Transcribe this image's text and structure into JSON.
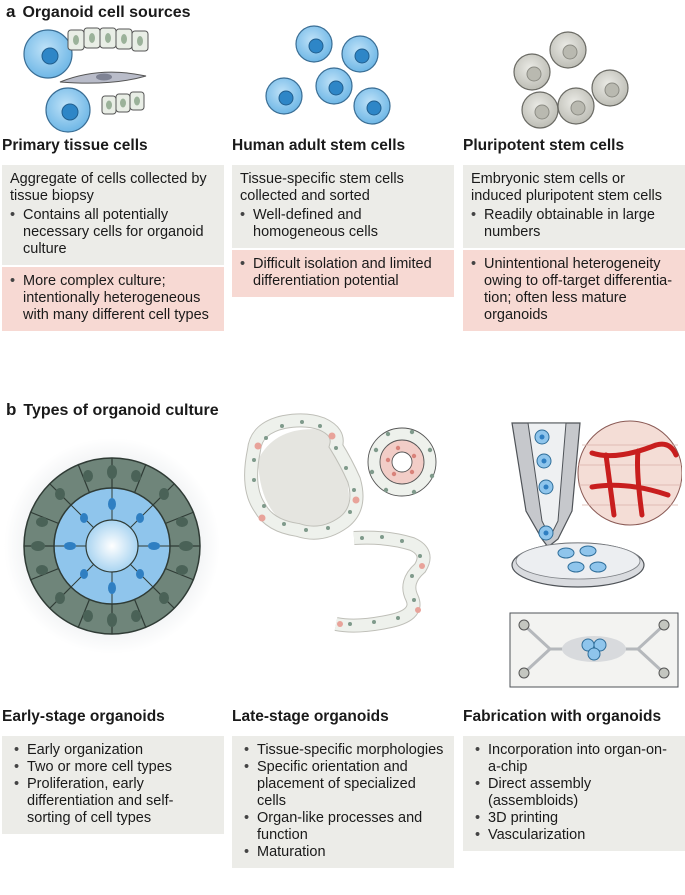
{
  "panel_a": {
    "letter": "a",
    "title": "Organoid cell sources",
    "columns": [
      {
        "title": "Primary tissue cells",
        "description": "Aggregate of cells collected by tissue biopsy",
        "pros": [
          "Contains all potentially necessary cells for organoid culture"
        ],
        "cons": [
          "More complex culture; intentionally heterogeneous with many different cell types"
        ]
      },
      {
        "title": "Human adult stem cells",
        "description": "Tissue-specific stem cells collected and sorted",
        "pros": [
          "Well-defined and homogeneous cells"
        ],
        "cons": [
          "Difficult isolation and limited differentiation potential"
        ]
      },
      {
        "title": "Pluripotent stem cells",
        "description": "Embryonic stem cells or induced pluripotent stem cells",
        "pros": [
          "Readily obtainable in large numbers"
        ],
        "cons": [
          "Unintentional heterogeneity owing to off-target differentia-tion; often less mature organoids"
        ]
      }
    ]
  },
  "panel_b": {
    "letter": "b",
    "title": "Types of organoid culture",
    "columns": [
      {
        "title": "Early-stage organoids",
        "items": [
          "Early organization",
          "Two or more cell types",
          "Proliferation, early differentiation and self-sorting of cell types"
        ]
      },
      {
        "title": "Late-stage organoids",
        "items": [
          "Tissue-specific morphologies",
          "Specific orientation and placement of specialized cells",
          "Organ-like processes and function",
          "Maturation"
        ]
      },
      {
        "title": "Fabrication with organoids",
        "items": [
          "Incorporation into organ-on-a-chip",
          "Direct assembly (assembloids)",
          "3D printing",
          "Vascularization"
        ]
      }
    ]
  },
  "colors": {
    "info_box": "#ecece8",
    "limitation_box": "#f7d9d3",
    "stem_cell_blue": "#5fb1e6",
    "pluripotent_grey": "#cfcfc8",
    "vessel_red": "#cc1f1f"
  }
}
